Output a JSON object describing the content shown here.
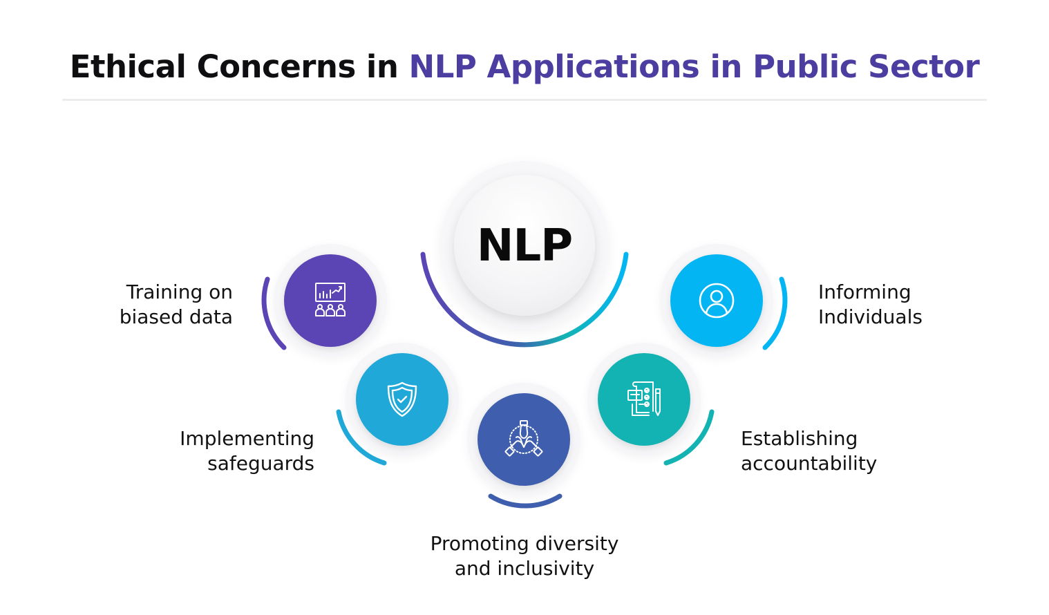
{
  "header": {
    "title_prefix": "Ethical Concerns in ",
    "title_accent": "NLP Applications in Public Sector"
  },
  "hub": {
    "label": "NLP"
  },
  "nodes": [
    {
      "key": "training",
      "line1": "Training on",
      "line2": "biased data",
      "icon": "presentation-chart-icon",
      "color": "#5b45b4"
    },
    {
      "key": "safeguards",
      "line1": "Implementing",
      "line2": "safeguards",
      "icon": "shield-check-icon",
      "color": "#1fa8d8"
    },
    {
      "key": "diversity",
      "line1": "Promoting diversity",
      "line2": "and inclusivity",
      "icon": "joined-hands-icon",
      "color": "#3f5fae"
    },
    {
      "key": "accountability",
      "line1": "Establishing",
      "line2": "accountability",
      "icon": "checklist-document-icon",
      "color": "#13b3b3"
    },
    {
      "key": "informing",
      "line1": "Informing",
      "line2": "Individuals",
      "icon": "user-circle-icon",
      "color": "#03b6f3"
    }
  ],
  "colors": {
    "title_accent": "#4b3ea0",
    "purple": "#5b45b4",
    "blue": "#3f5fae",
    "sky": "#1fa8d8",
    "teal": "#13b3b3",
    "cyan": "#03b6f3"
  }
}
